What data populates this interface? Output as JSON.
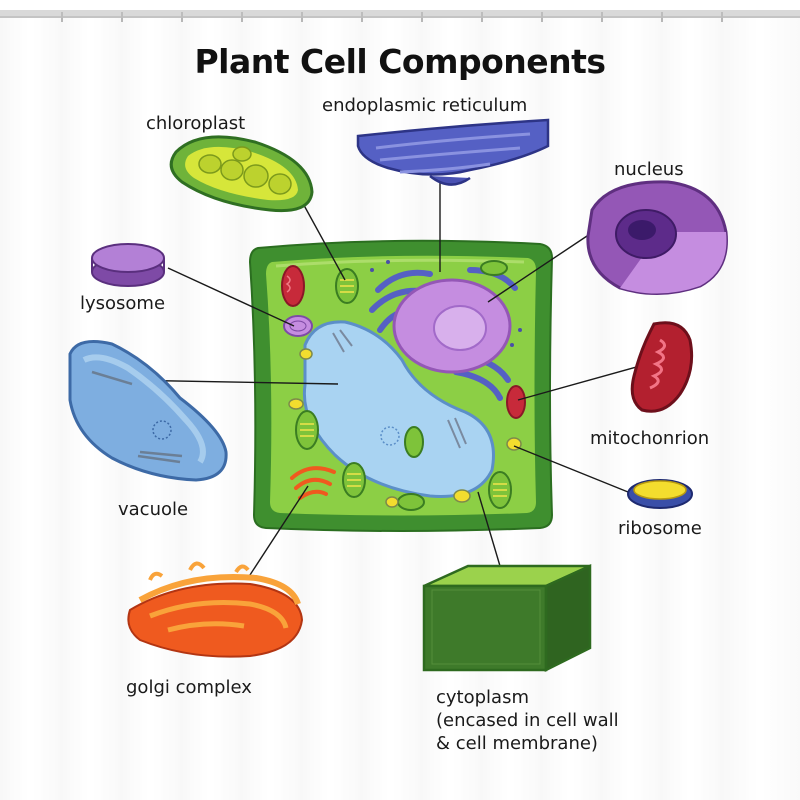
{
  "title": "Plant Cell Components",
  "labels": {
    "chloroplast": "chloroplast",
    "er": "endoplasmic reticulum",
    "nucleus": "nucleus",
    "lysosome": "lysosome",
    "vacuole": "vacuole",
    "mitochondrion": "mitochonrion",
    "ribosome": "ribosome",
    "golgi": "golgi complex",
    "cytoplasm": [
      "cytoplasm",
      "(encased in cell wall",
      "& cell membrane)"
    ]
  },
  "colors": {
    "cell_wall": "#3f8f2f",
    "cytoplasm": "#8ccf45",
    "vacuole": "#a9d3f2",
    "nucleus": "#b77dd6",
    "er": "#5560c4",
    "mitochondrion": "#c72a3a",
    "golgi": "#ef5a1f",
    "chloroplast": "#9ccf3c",
    "ribosome": "#f3dd2e",
    "lysosome": "#a26ac9"
  }
}
